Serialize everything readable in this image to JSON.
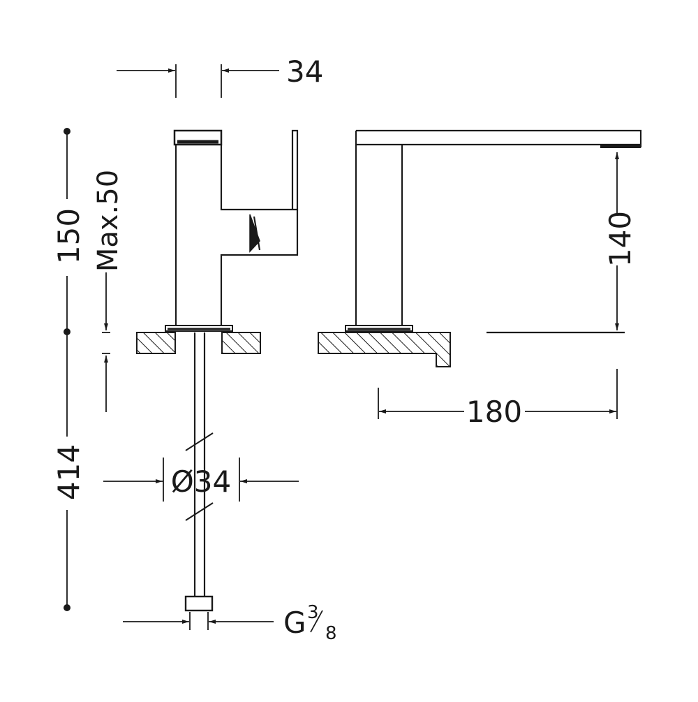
{
  "drawing": {
    "stroke_color": "#1a1a1a",
    "background": "#ffffff",
    "dimensions": {
      "handle_width": "34",
      "height_total": "150",
      "deck_thickness": "Max.50",
      "spout_height": "140",
      "hose_length": "414",
      "hose_diameter": "Ø34",
      "spout_reach": "180",
      "thread_prefix": "G",
      "thread_num": "3",
      "thread_den": "8"
    }
  }
}
